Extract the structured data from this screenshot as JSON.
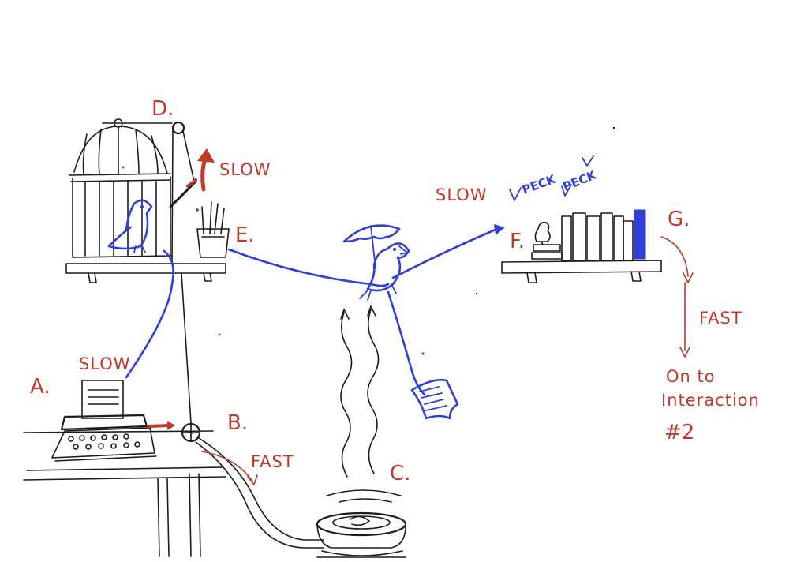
{
  "labels": {
    "a": "A.",
    "b": "B.",
    "c": "C.",
    "d": "D.",
    "e": "E.",
    "f": "F.",
    "g": "G."
  },
  "speeds": {
    "near_a": "SLOW",
    "near_b": "FAST",
    "near_d": "SLOW",
    "near_f": "SLOW",
    "near_g": "FAST"
  },
  "peck": [
    "PECK",
    "PECK"
  ],
  "next_step": [
    "On to",
    "Interaction",
    "#2"
  ],
  "colors": {
    "label_red": "#c0392b",
    "line_blue": "#2f3fd6",
    "ink_black": "#1c1c1c"
  }
}
